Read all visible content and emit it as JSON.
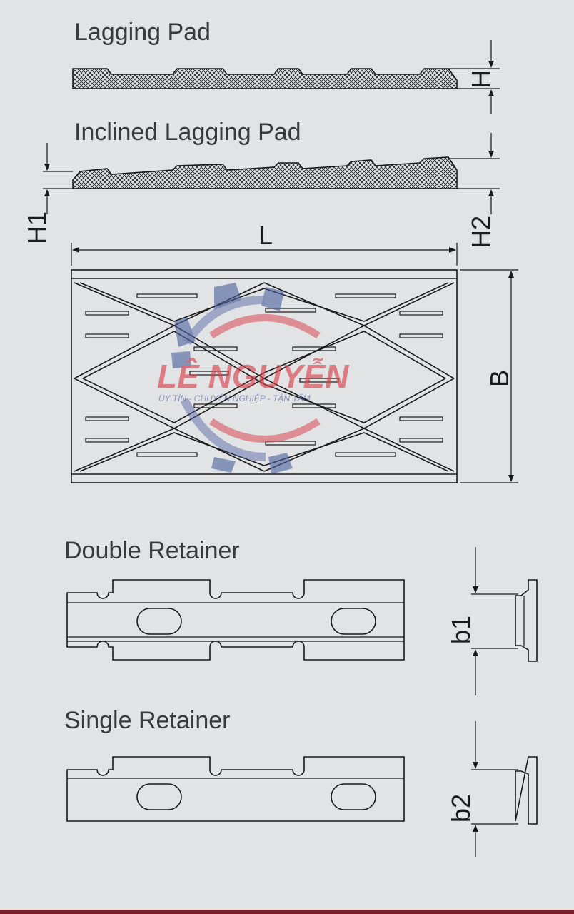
{
  "titles": {
    "lagging_pad": "Lagging Pad",
    "inclined_lagging_pad": "Inclined Lagging Pad",
    "double_retainer": "Double Retainer",
    "single_retainer": "Single Retainer"
  },
  "dimensions": {
    "H": "H",
    "H1": "H1",
    "H2": "H2",
    "L": "L",
    "B": "B",
    "b1": "b1",
    "b2": "b2"
  },
  "watermark": {
    "brand": "LÊ NGUYỄN",
    "tagline": "UY TÍN - CHUYÊN NGHIỆP - TẬN TÂM"
  },
  "colors": {
    "background": "#e2e3e5",
    "line": "#1a1a1a",
    "watermark_red": "#d9414a",
    "watermark_blue": "#4b5f9e",
    "footer": "#7a1f2b"
  },
  "icons": {
    "watermark_logo": "gear-logo-icon"
  }
}
